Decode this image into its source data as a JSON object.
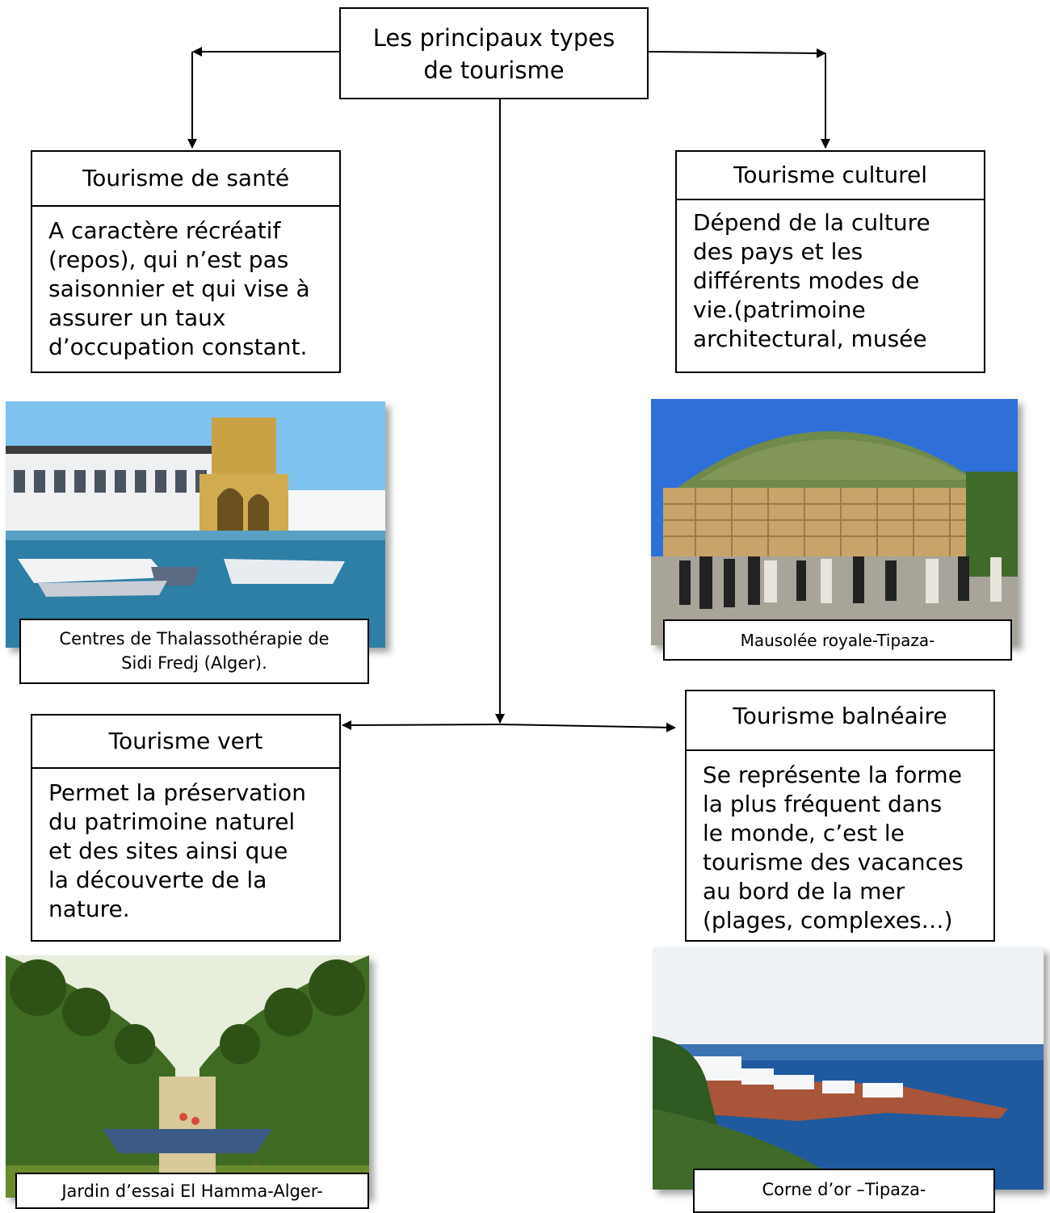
{
  "root": {
    "line1": "Les principaux types",
    "line2": "de tourisme"
  },
  "sante": {
    "title": "Tourisme de santé",
    "lines": [
      "A caractère récréatif",
      "(repos), qui n’est pas",
      "saisonnier et qui vise à",
      "assurer un taux",
      "d’occupation constant."
    ],
    "caption_lines": [
      "Centres de Thalassothérapie de",
      "Sidi Fredj (Alger)."
    ]
  },
  "culturel": {
    "title": "Tourisme culturel",
    "lines": [
      "Dépend de la culture",
      "des pays et les",
      "différents modes de",
      "vie.(patrimoine",
      "architectural, musée"
    ],
    "caption_lines": [
      "Mausolée royale-Tipaza-"
    ]
  },
  "vert": {
    "title": "Tourisme vert",
    "lines": [
      "Permet la préservation",
      "du patrimoine naturel",
      "et des sites ainsi que",
      "la découverte de la",
      "nature."
    ],
    "caption_lines": [
      "Jardin d’essai El Hamma-Alger-"
    ]
  },
  "balneaire": {
    "title": "Tourisme balnéaire",
    "lines": [
      "Se représente la forme",
      "la plus fréquent dans",
      "le monde, c’est le",
      "tourisme des vacances",
      "au bord de la mer",
      "(plages, complexes…)"
    ],
    "caption_lines": [
      "Corne d’or –Tipaza-"
    ]
  }
}
